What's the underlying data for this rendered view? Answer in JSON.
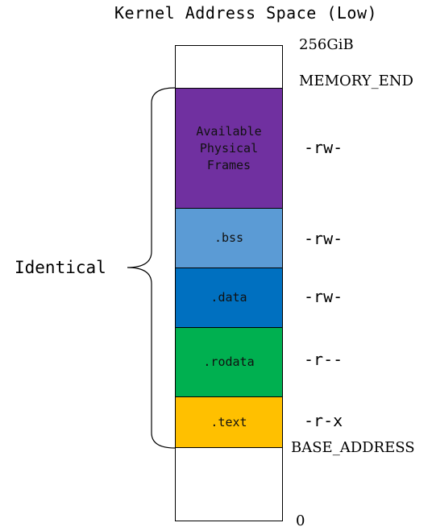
{
  "title": "Kernel Address Space (Low)",
  "address_labels": {
    "top": "256GiB",
    "memory_end": "MEMORY_END",
    "base_address": "BASE_ADDRESS",
    "zero": "0"
  },
  "segments": [
    {
      "id": "frames",
      "label": "Available\nPhysical\nFrames",
      "permissions": "-rw-",
      "color": "#7030a0"
    },
    {
      "id": "bss",
      "label": ".bss",
      "permissions": "-rw-",
      "color": "#5b9bd5"
    },
    {
      "id": "data",
      "label": ".data",
      "permissions": "-rw-",
      "color": "#0070c0"
    },
    {
      "id": "rodata",
      "label": ".rodata",
      "permissions": "-r--",
      "color": "#00b050"
    },
    {
      "id": "text",
      "label": ".text",
      "permissions": "-r-x",
      "color": "#ffc000"
    }
  ],
  "bracket_label": "Identical"
}
